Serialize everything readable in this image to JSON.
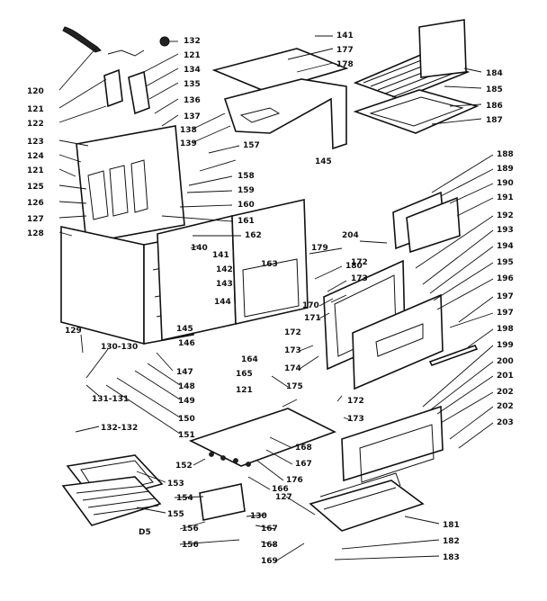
{
  "callouts": [
    "120",
    "121",
    "122",
    "123",
    "124",
    "121",
    "125",
    "126",
    "127",
    "128",
    "132",
    "121",
    "134",
    "135",
    "136",
    "137",
    "138",
    "139",
    "157",
    "145",
    "158",
    "159",
    "160",
    "161",
    "162",
    "140",
    "141",
    "142",
    "143",
    "144",
    "145",
    "146",
    "163",
    "164",
    "165",
    "121",
    "147",
    "148",
    "149",
    "150",
    "151",
    "129",
    "130-130",
    "131-131",
    "132-132",
    "141",
    "177",
    "178",
    "184",
    "185",
    "186",
    "187",
    "188",
    "189",
    "190",
    "191",
    "192",
    "193",
    "194",
    "195",
    "196",
    "197",
    "197",
    "198",
    "199",
    "200",
    "201",
    "202",
    "202",
    "203",
    "204",
    "179",
    "180",
    "172",
    "173",
    "170",
    "171",
    "172",
    "173",
    "174",
    "175",
    "172",
    "173",
    "168",
    "167",
    "176",
    "166",
    "152",
    "153",
    "154",
    "155",
    "156",
    "156",
    "127",
    "130",
    "167",
    "168",
    "169",
    "181",
    "182",
    "183",
    "D5"
  ]
}
